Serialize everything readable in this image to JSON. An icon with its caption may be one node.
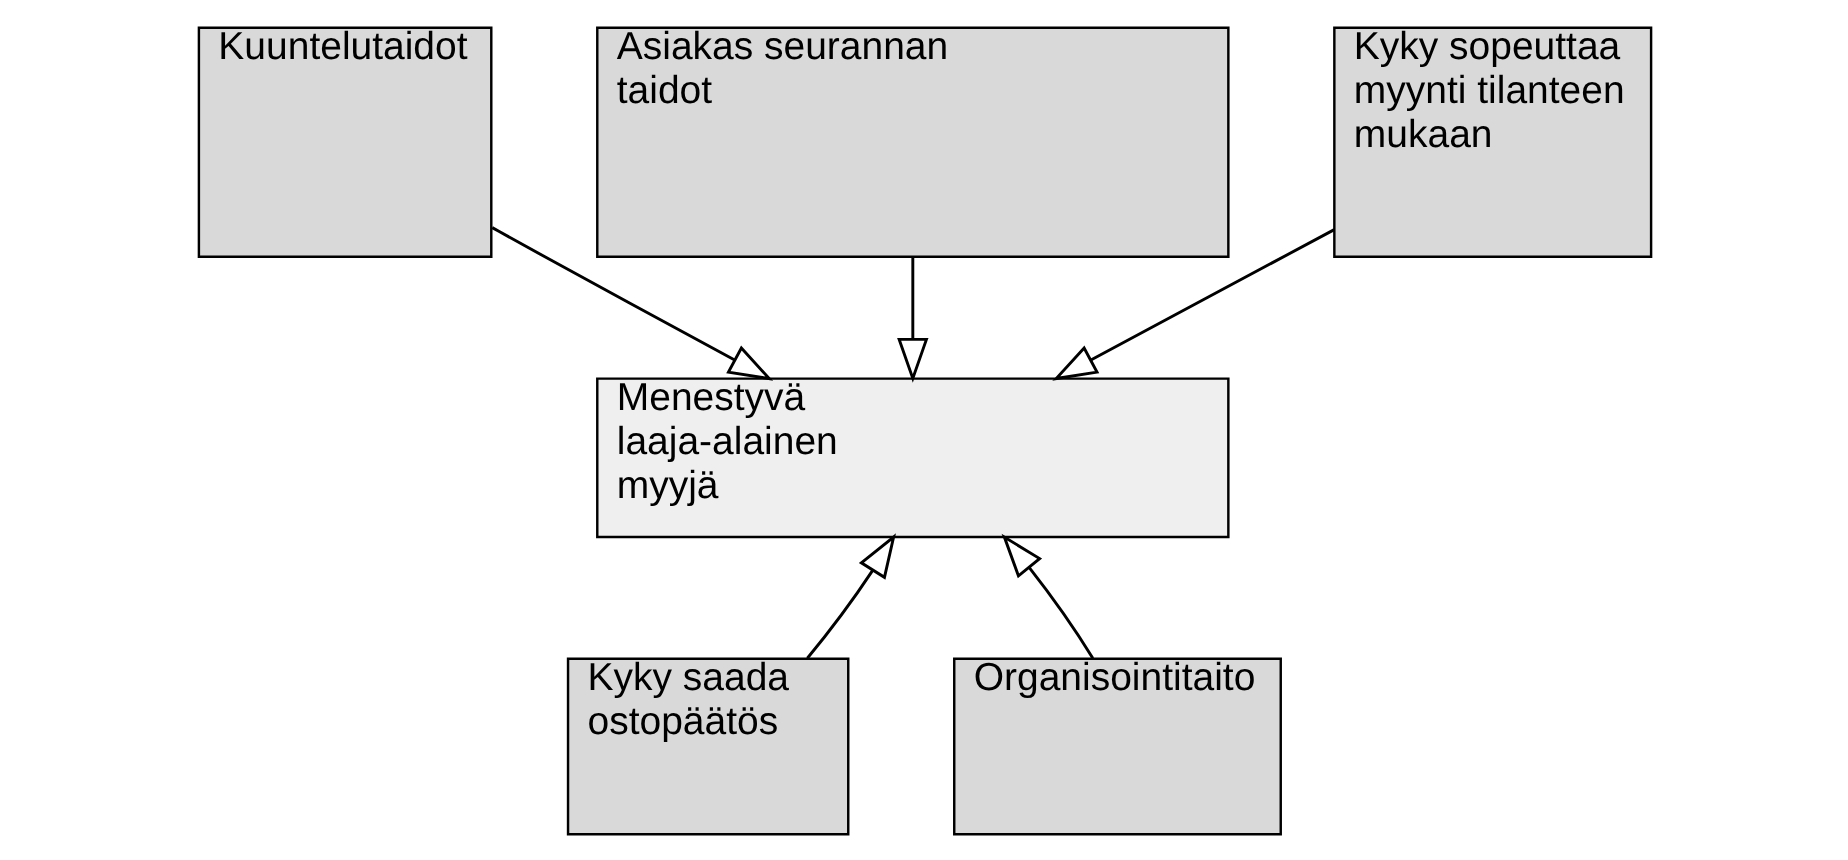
{
  "diagram": {
    "nodes": [
      {
        "text": [
          "Kuuntelutaidot"
        ]
      },
      {
        "text": [
          "Asiakas seurannan taidot"
        ]
      },
      {
        "text": [
          "Kyky sopeuttaa myynti tilanteen mukaan"
        ]
      },
      {
        "text": [
          "Menestyvä laaja-alainen myyjä"
        ]
      },
      {
        "text": [
          "Kyky saada ostopäätös"
        ]
      },
      {
        "text": [
          "Organisointitaito"
        ]
      }
    ],
    "edges": [
      {
        "from": 0,
        "to": 3,
        "arrow": "to"
      },
      {
        "from": 1,
        "to": 3,
        "arrow": "to"
      },
      {
        "from": 2,
        "to": 3,
        "arrow": "to"
      },
      {
        "from": 4,
        "to": 3,
        "arrow": "to"
      },
      {
        "from": 5,
        "to": 3,
        "arrow": "to"
      }
    ]
  }
}
